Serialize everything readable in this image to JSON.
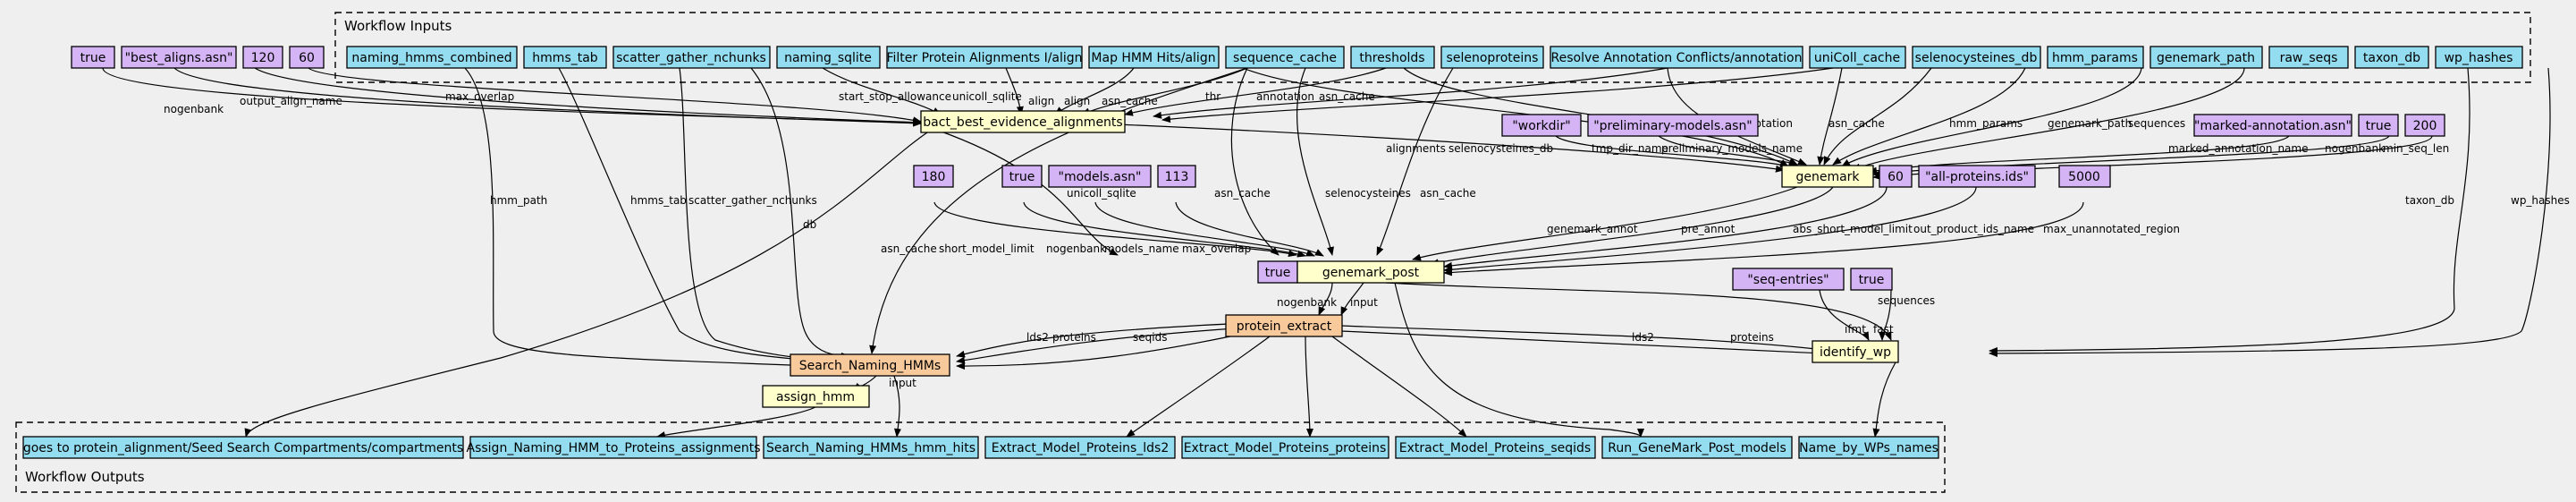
{
  "clusters": {
    "inputs_title": "Workflow Inputs",
    "outputs_title": "Workflow Outputs"
  },
  "colors": {
    "io": "#94ddf0",
    "param": "#d5b4f5",
    "task": "#ffffcc",
    "subworkflow": "#f8c99a",
    "background": "#efefef"
  },
  "nodes": {
    "in_naming_hmms_combined": "naming_hmms_combined",
    "in_hmms_tab": "hmms_tab",
    "in_scatter_gather_nchunks": "scatter_gather_nchunks",
    "in_naming_sqlite": "naming_sqlite",
    "in_filter_align": "Filter Protein Alignments I/align",
    "in_map_hmm_align": "Map HMM Hits/align",
    "in_sequence_cache": "sequence_cache",
    "in_thresholds": "thresholds",
    "in_selenoproteins": "selenoproteins",
    "in_resolve_annotation": "Resolve Annotation Conflicts/annotation",
    "in_unicoll_cache": "uniColl_cache",
    "in_selenocysteines_db": "selenocysteines_db",
    "in_hmm_params": "hmm_params",
    "in_genemark_path": "genemark_path",
    "in_raw_seqs": "raw_seqs",
    "in_taxon_db": "taxon_db",
    "in_wp_hashes": "wp_hashes",
    "p_true_1": "true",
    "p_best_aligns": "\"best_aligns.asn\"",
    "p_120": "120",
    "p_60_1": "60",
    "p_workdir": "\"workdir\"",
    "p_prelim_models": "\"preliminary-models.asn\"",
    "p_marked_annotation": "\"marked-annotation.asn\"",
    "p_true_2": "true",
    "p_200": "200",
    "p_60_2": "60",
    "p_all_proteins": "\"all-proteins.ids\"",
    "p_5000": "5000",
    "p_180": "180",
    "p_true_3": "true",
    "p_models_asn": "\"models.asn\"",
    "p_113": "113",
    "p_true_4": "true",
    "p_seq_entries": "\"seq-entries\"",
    "p_true_5": "true",
    "t_bact_best": "bact_best_evidence_alignments",
    "t_genemark": "genemark",
    "t_genemark_post": "genemark_post",
    "s_protein_extract": "protein_extract",
    "s_search_naming": "Search_Naming_HMMs",
    "t_assign_hmm": "assign_hmm",
    "t_identify_wp": "identify_wp",
    "out_compartments": "goes to protein_alignment/Seed Search Compartments/compartments",
    "out_assign_naming": "Assign_Naming_HMM_to_Proteins_assignments",
    "out_search_hits": "Search_Naming_HMMs_hmm_hits",
    "out_lds2": "Extract_Model_Proteins_lds2",
    "out_proteins": "Extract_Model_Proteins_proteins",
    "out_seqids": "Extract_Model_Proteins_seqids",
    "out_run_genemark": "Run_GeneMark_Post_models",
    "out_name_by_wps": "Name_by_WPs_names"
  },
  "edge_labels": {
    "e_nogenbank_1": "nogenbank",
    "e_output_align_name": "output_align_name",
    "e_max_overlap": "max_overlap",
    "e_start_stop": "start_stop_allowance",
    "e_unicoll_sqlite_1": "unicoll_sqlite",
    "e_align_1": "align",
    "e_align_2": "align",
    "e_asn_cache_1": "asn_cache",
    "e_thr_1": "thr",
    "e_annotation_1": "annotation",
    "e_asn_cache_2": "asn_cache",
    "e_asn_cache_3": "asn_cache",
    "e_thr_2": "thr",
    "e_annotation_2": "annotation",
    "e_asn_cache_4": "asn_cache",
    "e_hmm_params": "hmm_params",
    "e_genemark_path": "genemark_path",
    "e_sequences_1": "sequences",
    "e_marked_annotation_name": "marked_annotation_name",
    "e_nogenbank_2": "nogenbank",
    "e_min_seq_len": "min_seq_len",
    "e_alignments": "alignments",
    "e_selenocysteines_db": "selenocysteines_db",
    "e_tmp_dir_name": "tmp_dir_name",
    "e_preliminary_models_name": "preliminary_models_name",
    "e_hmm_path": "hmm_path",
    "e_hmms_tab": "hmms_tab",
    "e_scatter_gather": "scatter_gather_nchunks",
    "e_db": "db",
    "e_asn_cache_5": "asn_cache",
    "e_unicoll_sqlite_2": "unicoll_sqlite",
    "e_asn_cache_6": "asn_cache",
    "e_selenocysteines": "selenocysteines",
    "e_asn_cache_7": "asn_cache",
    "e_short_model_limit": "short_model_limit",
    "e_nogenbank_3": "nogenbank",
    "e_models_name": "models_name",
    "e_max_overlap_2": "max_overlap",
    "e_genemark_annot": "genemark_annot",
    "e_pre_annot": "pre_annot",
    "e_abs_short_model_limit": "abs_short_model_limit",
    "e_out_product_ids_name": "out_product_ids_name",
    "e_max_unannotated": "max_unannotated_region",
    "e_taxon_db": "taxon_db",
    "e_wp_hashes": "wp_hashes",
    "e_nogenbank_4": "nogenbank",
    "e_input_1": "input",
    "e_lds2_1": "lds2",
    "e_proteins_1": "proteins",
    "e_seqids": "seqids",
    "e_input_2": "input",
    "e_sequences_2": "sequences",
    "e_ifmt": "ifmt",
    "e_fast": "fast",
    "e_lds2_2": "lds2",
    "e_proteins_2": "proteins"
  }
}
